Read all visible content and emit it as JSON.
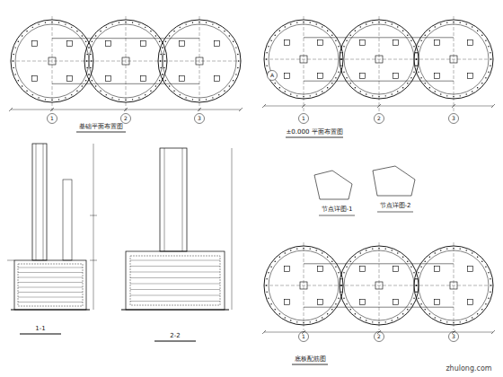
{
  "diagram": {
    "labels": [
      "基础平面布置图",
      "1",
      "2",
      "3",
      "±0.000 平面布置图",
      "A",
      "1",
      "2",
      "3",
      "节点详图-1",
      "节点详图-2",
      "1-1",
      "2-2",
      "底板配筋图",
      "1",
      "2",
      "3",
      "zhulong.com"
    ]
  }
}
